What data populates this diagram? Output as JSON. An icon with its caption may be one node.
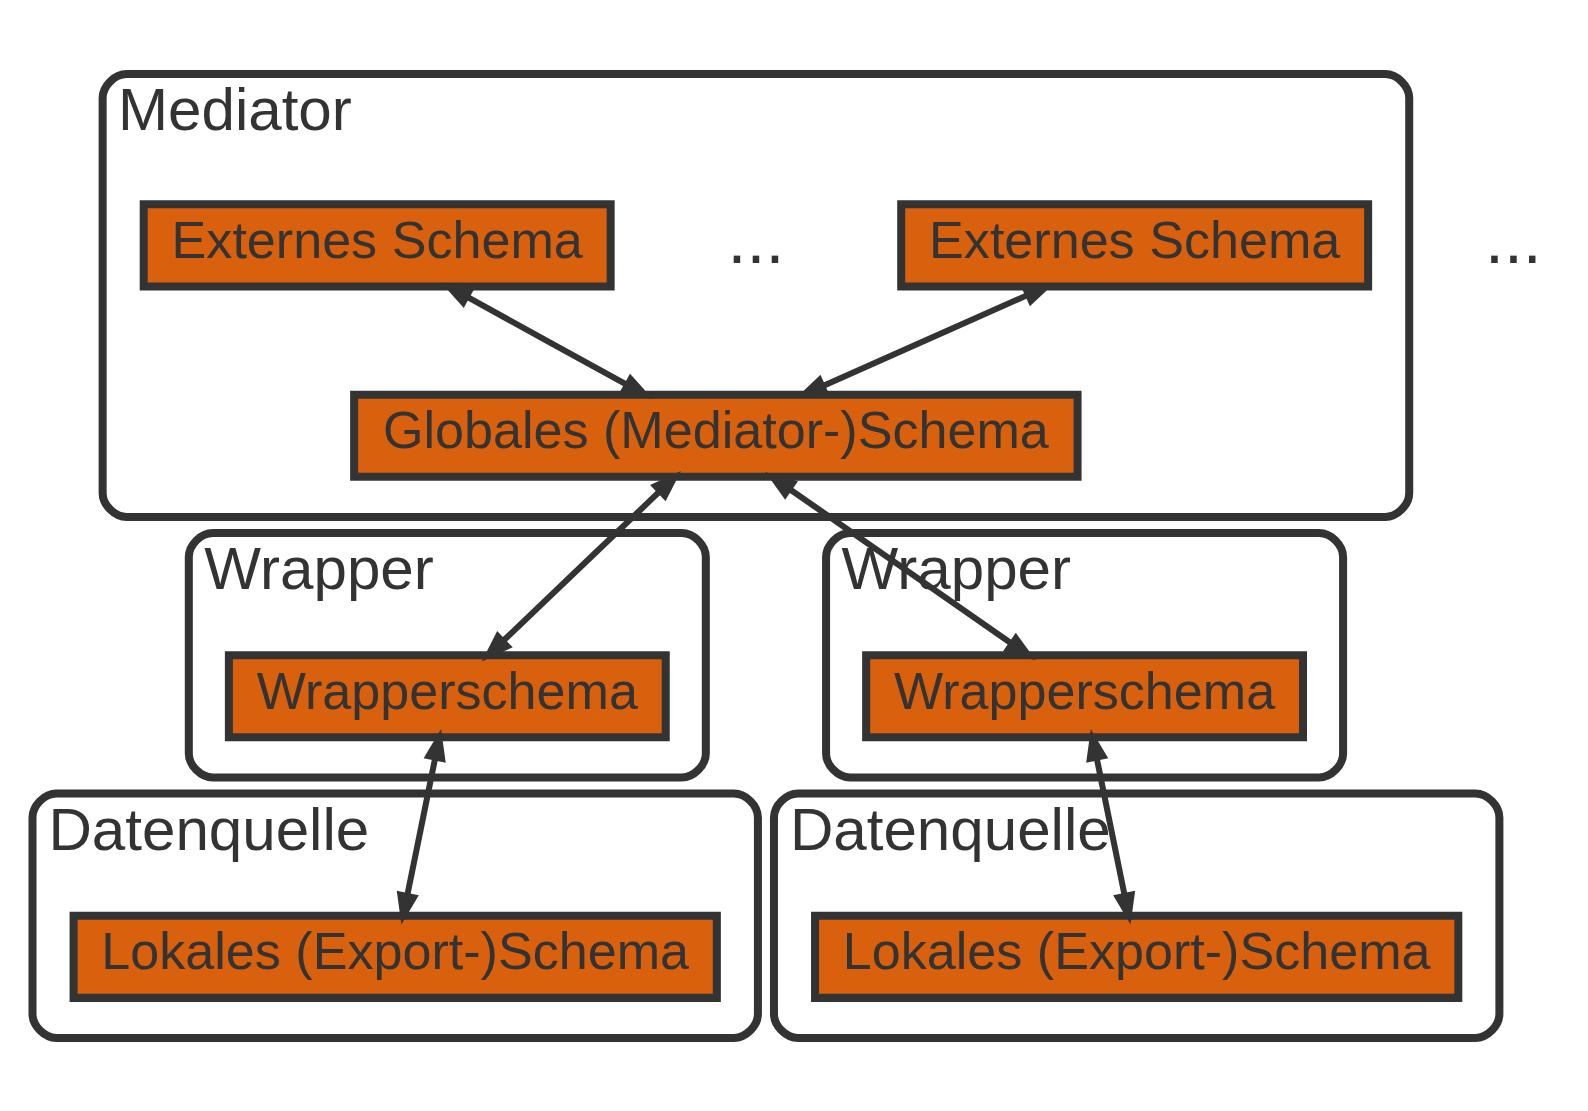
{
  "diagram": {
    "nodes": [
      {
        "text": [
          "Mediator"
        ]
      },
      {
        "text": [
          "Externes Schema"
        ],
        "in": 0
      },
      {
        "text": [
          "Externes Schema"
        ],
        "in": 0
      },
      {
        "text": [
          "Globales (Mediator-)Schema"
        ],
        "in": 0
      },
      {
        "text": [
          "Wrapper"
        ]
      },
      {
        "text": [
          "Wrapperschema"
        ],
        "in": 4
      },
      {
        "text": [
          "Wrapper"
        ]
      },
      {
        "text": [
          "Wrapperschema"
        ],
        "in": 6
      },
      {
        "text": [
          "Datenquelle"
        ]
      },
      {
        "text": [
          "Lokales (Export-)Schema"
        ],
        "in": 8
      },
      {
        "text": [
          "Datenquelle"
        ]
      },
      {
        "text": [
          "Lokales (Export-)Schema"
        ],
        "in": 10
      }
    ],
    "edges": [
      {
        "from": 1,
        "to": 3,
        "arrow": "both"
      },
      {
        "from": 2,
        "to": 3,
        "arrow": "both"
      },
      {
        "from": 3,
        "to": 5,
        "arrow": "both"
      },
      {
        "from": 3,
        "to": 7,
        "arrow": "both"
      },
      {
        "from": 5,
        "to": 9,
        "arrow": "both"
      },
      {
        "from": 7,
        "to": 11,
        "arrow": "both"
      }
    ],
    "labels": [
      "...",
      "..."
    ]
  }
}
